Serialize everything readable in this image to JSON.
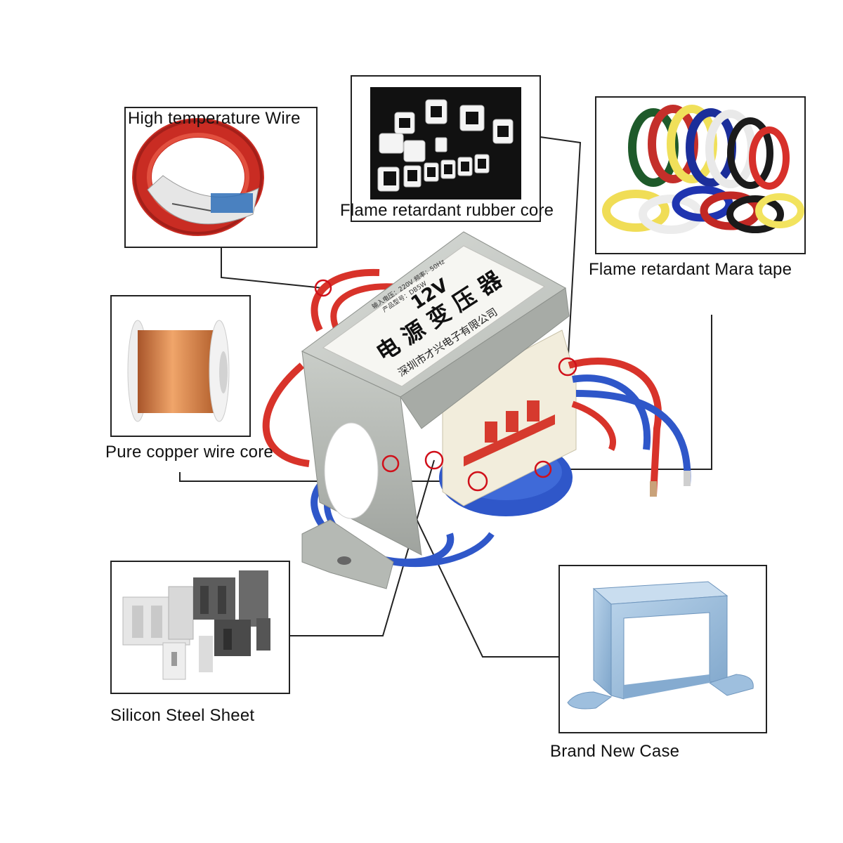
{
  "callouts": {
    "wire": {
      "label": "High temperature Wire"
    },
    "core": {
      "label": "Flame retardant rubber core"
    },
    "tape": {
      "label": "Flame retardant Mara tape"
    },
    "copper": {
      "label": "Pure copper wire core"
    },
    "steel": {
      "label": "Silicon Steel Sheet"
    },
    "case": {
      "label": "Brand New Case"
    }
  },
  "product": {
    "name": "电 源 变 压 器",
    "voltage": "12V",
    "maker": "深圳市才兴电子有限公司",
    "spec_line1": "输入电压：220V  频率：50Hz",
    "spec_line2": "产品型号：DB5W"
  },
  "colors": {
    "wire_red": "#d8332a",
    "wire_blue": "#2f57c9",
    "case_blue": "#8fb4d6",
    "marker_red": "#d0101a"
  }
}
